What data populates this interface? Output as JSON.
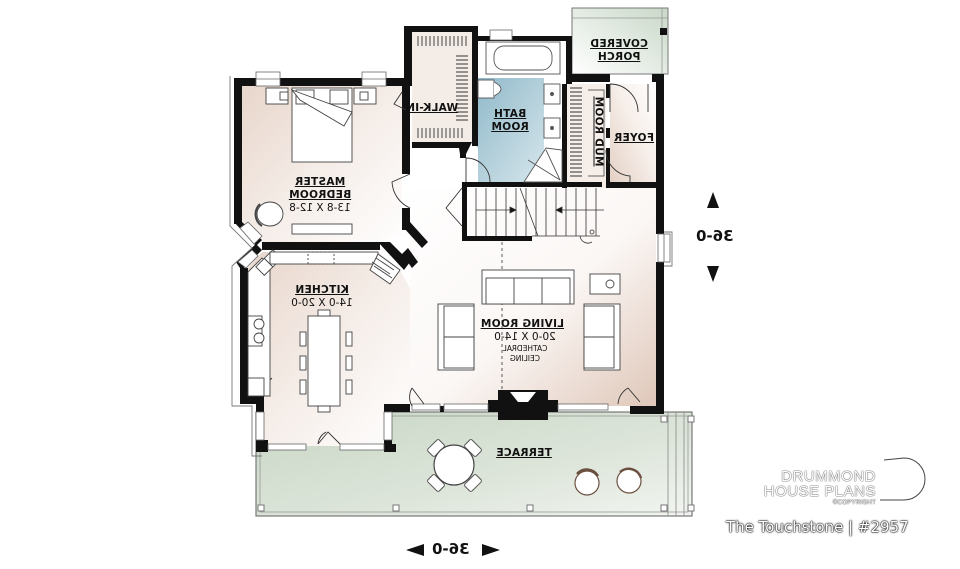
{
  "plan": {
    "title": "The Touchstone | #2957",
    "brand": {
      "line1": "DRUMMOND",
      "line2": "HOUSE PLANS",
      "line3": "©COPYRIGHT"
    },
    "dimensions": {
      "width": "36-0",
      "depth": "36-0"
    },
    "rooms": [
      {
        "id": "master-bedroom",
        "name_line1": "MASTER",
        "name_line2": "BEDROOM",
        "size": "13-8 X 12-8"
      },
      {
        "id": "walk-in",
        "name": "WALK-IN"
      },
      {
        "id": "bathroom",
        "name_line1": "BATH",
        "name_line2": "ROOM"
      },
      {
        "id": "covered-porch",
        "name_line1": "COVERED",
        "name_line2": "PORCH"
      },
      {
        "id": "mud-room",
        "name": "MUD ROOM"
      },
      {
        "id": "foyer",
        "name": "FOYER"
      },
      {
        "id": "kitchen",
        "name": "KITCHEN",
        "size": "14-0 X 20-0"
      },
      {
        "id": "living-room",
        "name": "LIVING ROOM",
        "size": "20-0 X 14-0",
        "note_line1": "CATHEDRAL",
        "note_line2": "CEILING"
      },
      {
        "id": "terrace",
        "name": "TERRACE"
      }
    ],
    "colors": {
      "wall": "#111111",
      "interior_warm": "#ead9cf",
      "bath_blue": "#a9cad6",
      "exterior_green": "#d3ddd0"
    },
    "orientation": "mirrored"
  }
}
